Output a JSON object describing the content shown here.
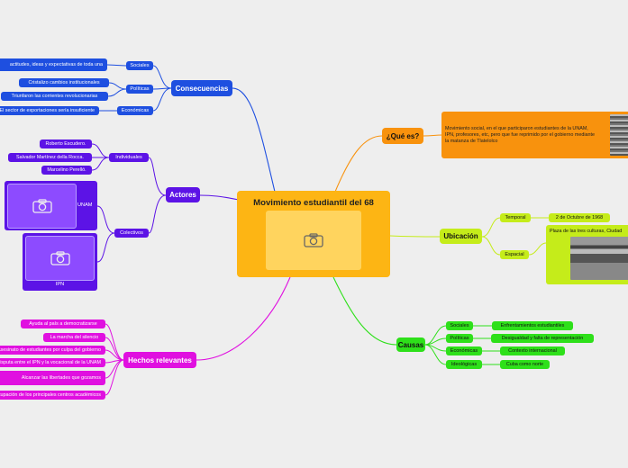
{
  "center": {
    "title": "Movimiento estudiantil del 68"
  },
  "que_es": {
    "label": "¿Qué es?",
    "text": "Movimiento social, en el que participaron estudiantes de la UNAM, IPN, profesores, etc, pero que fue reprimido por el gobierno mediante la matanza de Tlatelolco"
  },
  "ubicacion": {
    "label": "Ubicación",
    "temporal": {
      "label": "Temporal",
      "value": "2 de Octubre de 1968"
    },
    "espacial": {
      "label": "Espacial",
      "value": "Plaza de las tres culturas, Ciudad"
    }
  },
  "causas": {
    "label": "Causas",
    "items": [
      {
        "label": "Sociales",
        "value": "Enfrentamientos estudiantiles"
      },
      {
        "label": "Políticas",
        "value": "Desigualdad y falta de representación"
      },
      {
        "label": "Económicas",
        "value": "Contexto internacional"
      },
      {
        "label": "Ideológicas",
        "value": "Cuba como norte"
      }
    ]
  },
  "consecuencias": {
    "label": "Consecuencias",
    "groups": [
      {
        "label": "Sociales",
        "items": [
          "actitudes, ideas y expectativas de toda una"
        ]
      },
      {
        "label": "Políticas",
        "items": [
          "Cristalizo cambios institucionales",
          "Triunfaron las corrientes revolucionarias"
        ]
      },
      {
        "label": "Económicas",
        "items": [
          "El sector de exportaciones sería insuficiente"
        ]
      }
    ]
  },
  "actores": {
    "label": "Actores",
    "individuales": {
      "label": "Individuales",
      "items": [
        "Roberto Escudero.",
        "Salvador Martínez della Rocca.",
        "Marcelino Perelló."
      ]
    },
    "colectivos": {
      "label": "Colectivos",
      "items": [
        "UNAM",
        "IPN"
      ]
    }
  },
  "hechos": {
    "label": "Hechos relevantes",
    "items": [
      "Ayuda al país a democratizarse",
      "La marcha del silencio",
      "Asesinato de estudiantes por culpa del gobierno",
      "Disputa entre el IPN y la vocacional de la UNAM",
      "Alcanzar las libertades que gozamos",
      "Ocupación de los principales centros académicos"
    ]
  },
  "colors": {
    "center": "#fdb514",
    "consecuencias": "#1e4fe0",
    "actores": "#5c13e6",
    "hechos": "#e010e0",
    "causas": "#2ee01a",
    "ubicacion": "#c5ec1a",
    "que_es": "#f8920d"
  },
  "icons": [
    "camera-icon"
  ]
}
